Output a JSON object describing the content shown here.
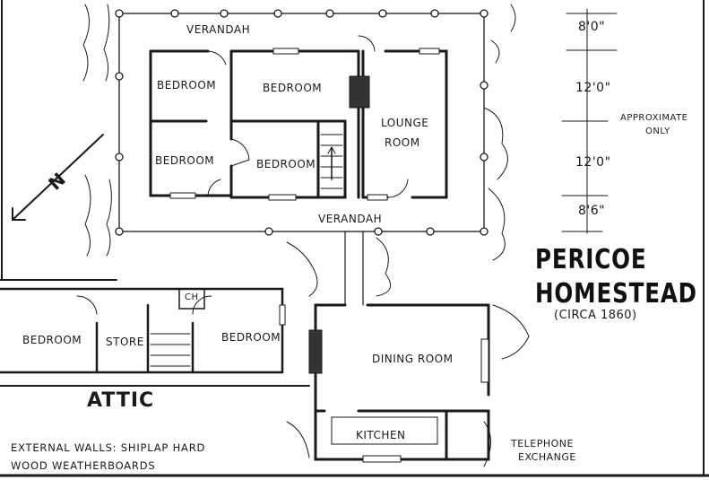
{
  "title": {
    "line1": "PERICOE",
    "line2": "HOMESTEAD",
    "circa": "(CIRCA 1860)"
  },
  "north_label": "N",
  "ground_floor": {
    "verandah_top": "VERANDAH",
    "verandah_bottom": "VERANDAH",
    "rooms": [
      "BEDROOM",
      "BEDROOM",
      "BEDROOM",
      "BEDROOM",
      "LOUNGE",
      "ROOM"
    ]
  },
  "dimensions": [
    "8'0\"",
    "12'0\"",
    "12'0\"",
    "8'6\""
  ],
  "dimension_note": {
    "line1": "APPROXIMATE",
    "line2": "ONLY"
  },
  "attic": {
    "heading": "ATTIC",
    "rooms": [
      "BEDROOM",
      "STORE",
      "BEDROOM"
    ],
    "ch": "CH"
  },
  "rear_wing": {
    "dining": "DINING ROOM",
    "kitchen": "KITCHEN",
    "telephone": {
      "line1": "TELEPHONE",
      "line2": "EXCHANGE"
    }
  },
  "notes": {
    "line1": "EXTERNAL WALLS: SHIPLAP HARD",
    "line2": "WOOD WEATHERBOARDS"
  }
}
